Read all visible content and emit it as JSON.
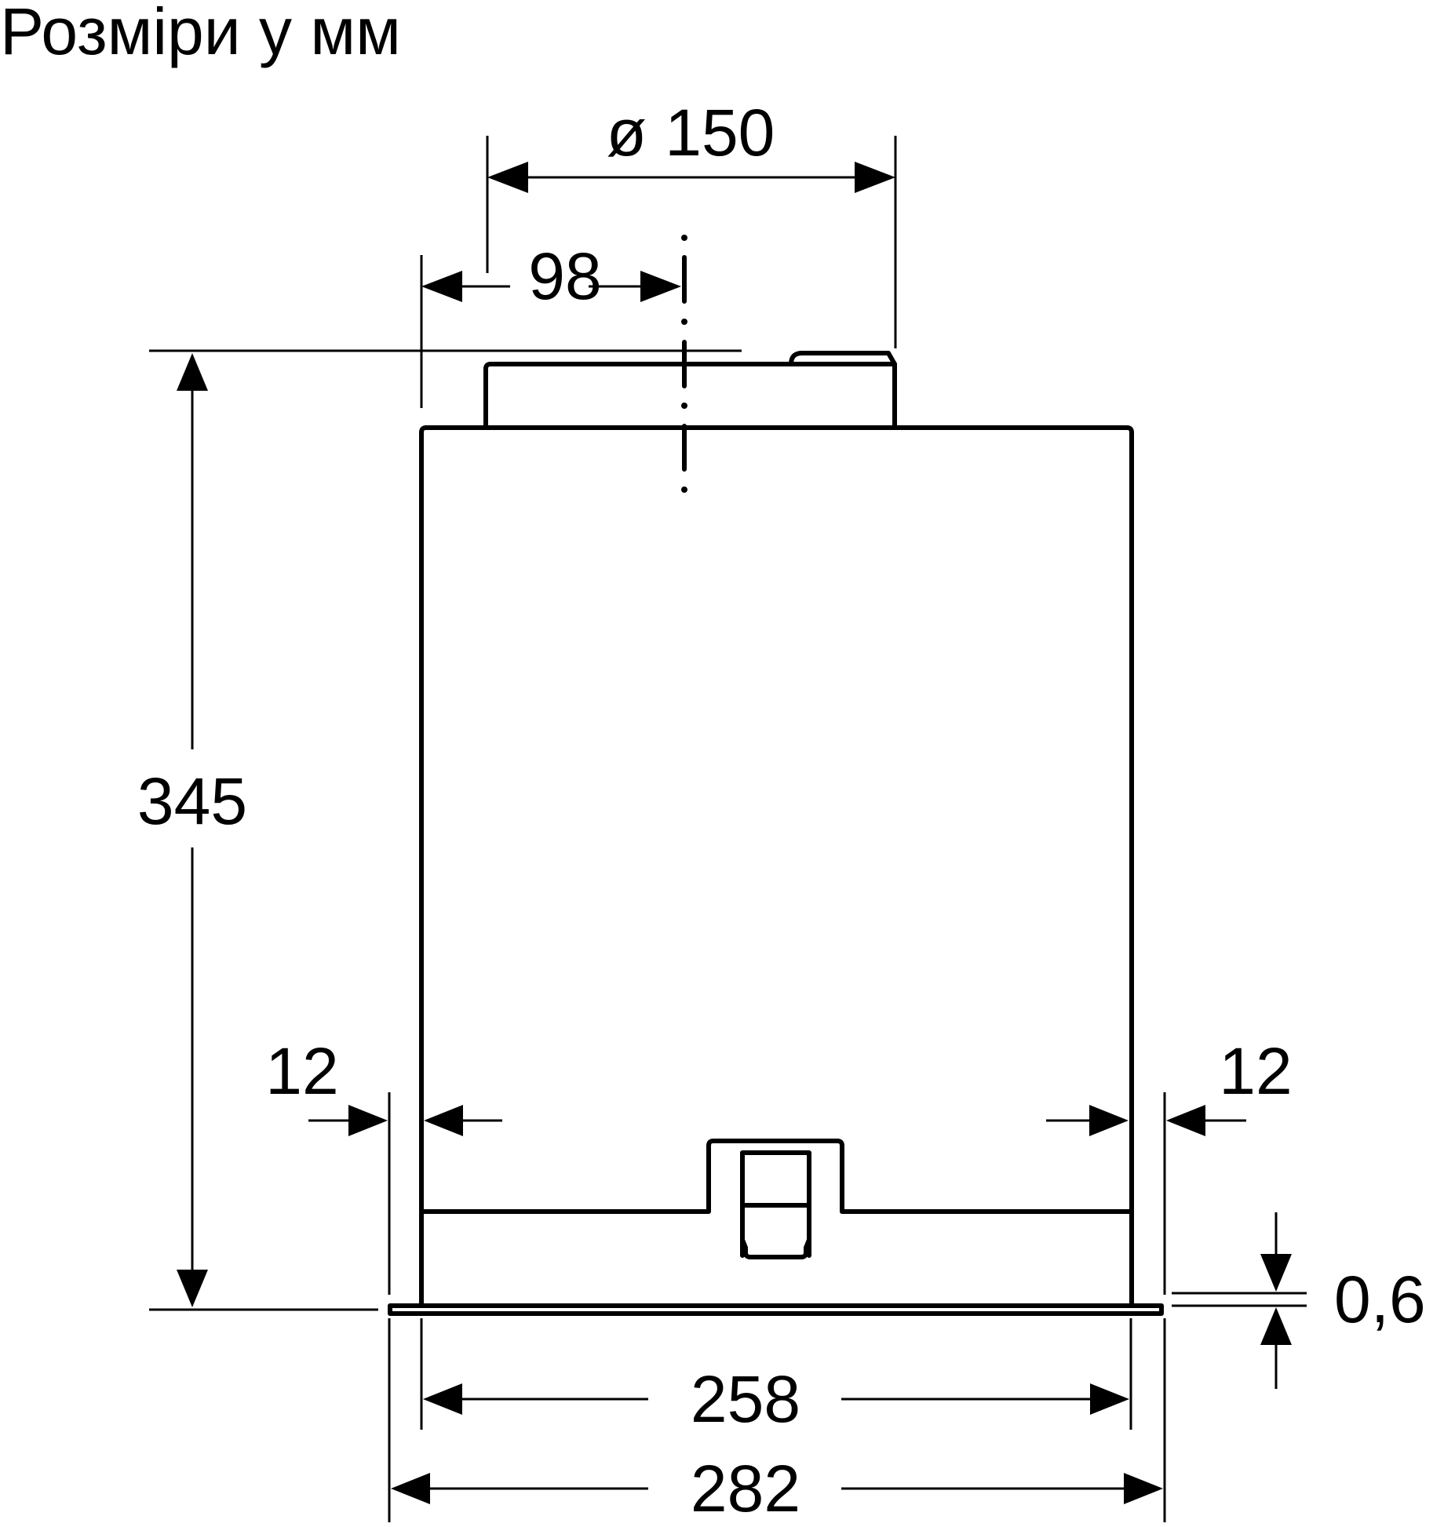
{
  "title": "Розміри у мм",
  "dimensions": {
    "duct_diameter": "ø 150",
    "duct_offset": "98",
    "total_height": "345",
    "left_margin": "12",
    "right_margin": "12",
    "panel_thickness": "0,6",
    "body_width": "258",
    "total_width": "282"
  },
  "colors": {
    "line": "#000000",
    "background": "#ffffff"
  }
}
